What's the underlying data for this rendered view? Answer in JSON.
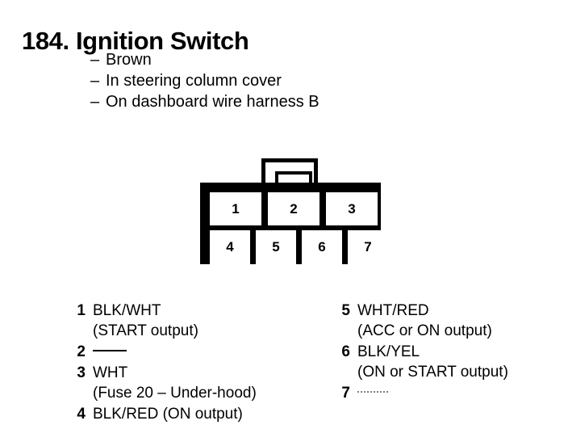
{
  "document": {
    "title": "184. Ignition Switch",
    "notes": [
      {
        "marker": "–",
        "text": "Brown"
      },
      {
        "marker": "–",
        "text": "In steering column cover"
      },
      {
        "marker": "–",
        "text": "On dashboard wire harness B"
      }
    ]
  },
  "connector": {
    "top_row": [
      "1",
      "2",
      "3"
    ],
    "bottom_row": [
      "4",
      "5",
      "6",
      "7"
    ]
  },
  "legend": {
    "left": [
      {
        "pin": "1",
        "wire": "BLK/WHT",
        "detail": "(START output)",
        "empty": false
      },
      {
        "pin": "2",
        "wire": "",
        "detail": "",
        "empty": true
      },
      {
        "pin": "3",
        "wire": "WHT",
        "detail": "(Fuse 20 – Under-hood)",
        "empty": false
      },
      {
        "pin": "4",
        "wire": "BLK/RED (ON output)",
        "detail": "",
        "empty": false
      }
    ],
    "right": [
      {
        "pin": "5",
        "wire": "WHT/RED",
        "detail": "(ACC or ON output)",
        "empty": false
      },
      {
        "pin": "6",
        "wire": "BLK/YEL",
        "detail": "(ON or START output)",
        "empty": false
      },
      {
        "pin": "7",
        "wire": "",
        "detail": "",
        "empty": true,
        "faint": true
      }
    ]
  },
  "colors": {
    "ink": "#000000",
    "paper": "#ffffff"
  }
}
